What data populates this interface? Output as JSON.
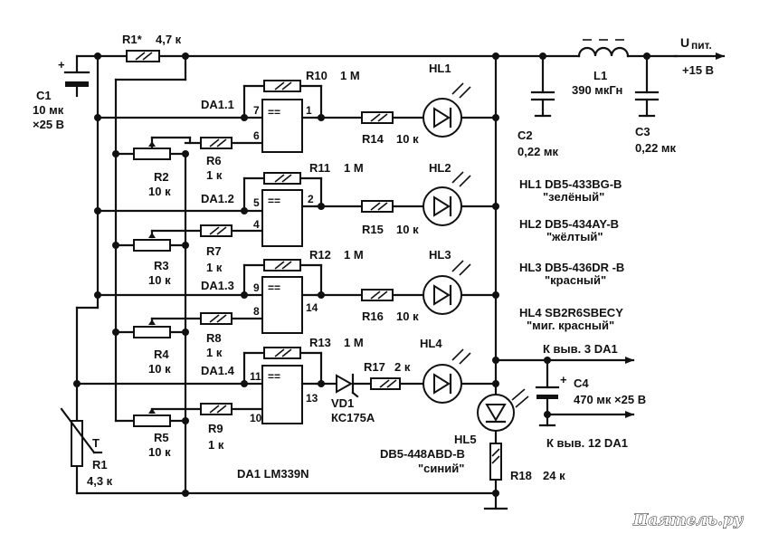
{
  "supply": {
    "label": "U",
    "sub": "пит.",
    "voltage": "+15 В"
  },
  "inductor": {
    "ref": "L1",
    "value": "390 мкГн"
  },
  "capacitors": {
    "c1": {
      "ref": "C1",
      "value1": "10 мк",
      "value2": "×25 В",
      "plus": "+"
    },
    "c2": {
      "ref": "C2",
      "value": "0,22 мк"
    },
    "c3": {
      "ref": "C3",
      "value": "0,22 мк"
    },
    "c4": {
      "ref": "C4",
      "value": "470 мк ×25 В",
      "plus": "+"
    }
  },
  "resistors": {
    "r1star": {
      "ref": "R1*",
      "value": "4,7 к"
    },
    "r1": {
      "ref": "R1",
      "value": "4,3 к",
      "symbol": "T"
    },
    "r2": {
      "ref": "R2",
      "value": "10 к"
    },
    "r3": {
      "ref": "R3",
      "value": "10 к"
    },
    "r4": {
      "ref": "R4",
      "value": "10 к"
    },
    "r5": {
      "ref": "R5",
      "value": "10 к"
    },
    "r6": {
      "ref": "R6",
      "value": "1 к"
    },
    "r7": {
      "ref": "R7",
      "value": "1 к"
    },
    "r8": {
      "ref": "R8",
      "value": "1 к"
    },
    "r9": {
      "ref": "R9",
      "value": "1 к"
    },
    "r10": {
      "ref": "R10",
      "value": "1 М"
    },
    "r11": {
      "ref": "R11",
      "value": "1 М"
    },
    "r12": {
      "ref": "R12",
      "value": "1 М"
    },
    "r13": {
      "ref": "R13",
      "value": "1 М"
    },
    "r14": {
      "ref": "R14",
      "value": "10 к"
    },
    "r15": {
      "ref": "R15",
      "value": "10 к"
    },
    "r16": {
      "ref": "R16",
      "value": "10 к"
    },
    "r17": {
      "ref": "R17",
      "value": "2 к"
    },
    "r18": {
      "ref": "R18",
      "value": "24 к"
    }
  },
  "comparators": {
    "da11": {
      "ref": "DA1.1",
      "pin_plus": "7",
      "pin_minus": "6",
      "pin_out": "1",
      "sign": "=="
    },
    "da12": {
      "ref": "DA1.2",
      "pin_plus": "5",
      "pin_minus": "4",
      "pin_out": "2",
      "sign": "=="
    },
    "da13": {
      "ref": "DA1.3",
      "pin_plus": "9",
      "pin_minus": "8",
      "pin_out": "14",
      "sign": "=="
    },
    "da14": {
      "ref": "DA1.4",
      "pin_plus": "11",
      "pin_minus": "10",
      "pin_out": "13",
      "sign": "=="
    }
  },
  "leds": {
    "hl1": {
      "ref": "HL1"
    },
    "hl2": {
      "ref": "HL2"
    },
    "hl3": {
      "ref": "HL3"
    },
    "hl4": {
      "ref": "HL4"
    },
    "hl5": {
      "ref": "HL5",
      "part": "DB5-448ABD-B",
      "color": "\"синий\""
    }
  },
  "diode": {
    "ref": "VD1",
    "part": "КС175А"
  },
  "led_list": [
    {
      "line1": "HL1  DB5-433BG-B",
      "line2": "\"зелёный\""
    },
    {
      "line1": "HL2  DB5-434AY-B",
      "line2": "\"жёлтый\""
    },
    {
      "line1": "HL3  DB5-436DR -B",
      "line2": "\"красный\""
    },
    {
      "line1": "HL4  SB2R6SBECY",
      "line2": "\"миг. красный\""
    }
  ],
  "pin_notes": {
    "top": "К выв. 3 DA1",
    "bottom": "К выв. 12 DA1"
  },
  "ic": {
    "label": "DA1  LM339N"
  },
  "watermark": "Паятель.ру"
}
